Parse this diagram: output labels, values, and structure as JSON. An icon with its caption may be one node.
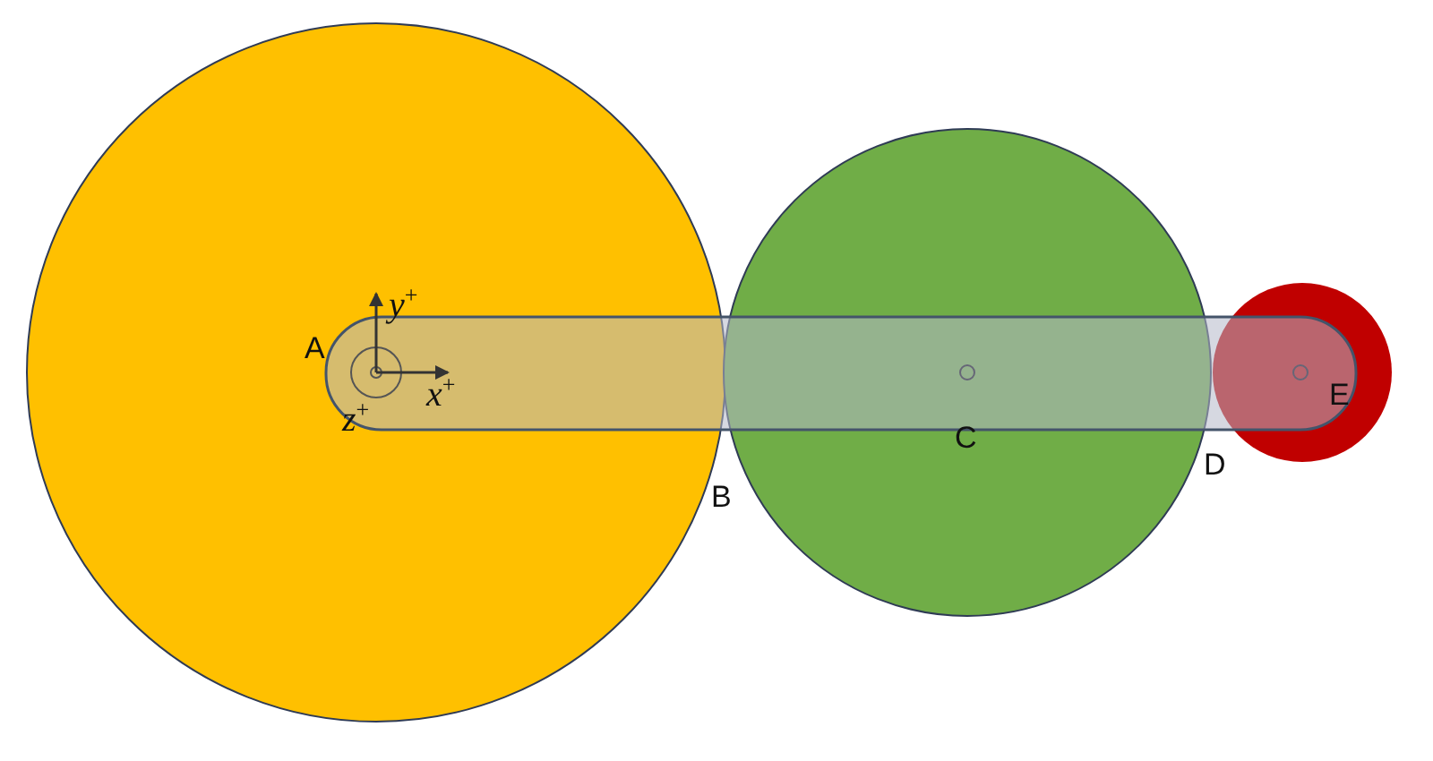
{
  "diagram": {
    "labels": [
      "A",
      "y$^{+}$",
      "x$^{+}$",
      "z$^{+}$",
      "B",
      "C",
      "D",
      "E"
    ]
  }
}
